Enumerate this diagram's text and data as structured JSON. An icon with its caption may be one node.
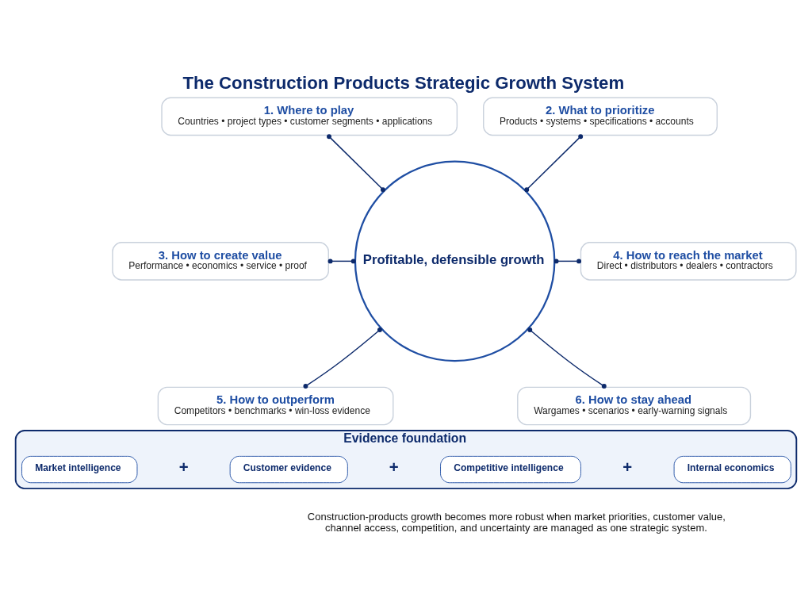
{
  "diagram": {
    "title": "The Construction Products Strategic Growth System",
    "caption": "Construction-products growth becomes more robust when market priorities, customer value, channel access, competition, and uncertainty are managed as one strategic system.",
    "nodes": [
      {
        "text": [
          "Profitable, defensible growth"
        ]
      },
      {
        "text": [
          "1. Where to play",
          "Countries • project types • customer segments • applications"
        ]
      },
      {
        "text": [
          "2. What to prioritize",
          "Products • systems • specifications • accounts"
        ]
      },
      {
        "text": [
          "3. How to create value",
          "Performance • economics • service • proof"
        ]
      },
      {
        "text": [
          "4. How to reach the market",
          "Direct • distributors • dealers • contractors"
        ]
      },
      {
        "text": [
          "5. How to outperform",
          "Competitors • benchmarks • win-loss evidence"
        ]
      },
      {
        "text": [
          "6. How to stay ahead",
          "Wargames • scenarios • early-warning signals"
        ]
      },
      {
        "text": [
          "Evidence foundation"
        ]
      },
      {
        "text": [
          "Market intelligence"
        ],
        "in": 7
      },
      {
        "text": [
          "Customer evidence"
        ],
        "in": 7
      },
      {
        "text": [
          "Competitive intelligence"
        ],
        "in": 7
      },
      {
        "text": [
          "Internal economics"
        ],
        "in": 7
      }
    ],
    "edges": [
      {
        "from": 1,
        "to": 0,
        "arrow": "other"
      },
      {
        "from": 2,
        "to": 0,
        "arrow": "other"
      },
      {
        "from": 3,
        "to": 0,
        "arrow": "other"
      },
      {
        "from": 0,
        "to": 4,
        "arrow": "other"
      },
      {
        "from": 0,
        "to": 5,
        "arrow": "other"
      },
      {
        "from": 0,
        "to": 6,
        "arrow": "other"
      }
    ],
    "labels": [
      "+",
      "+",
      "+"
    ]
  }
}
